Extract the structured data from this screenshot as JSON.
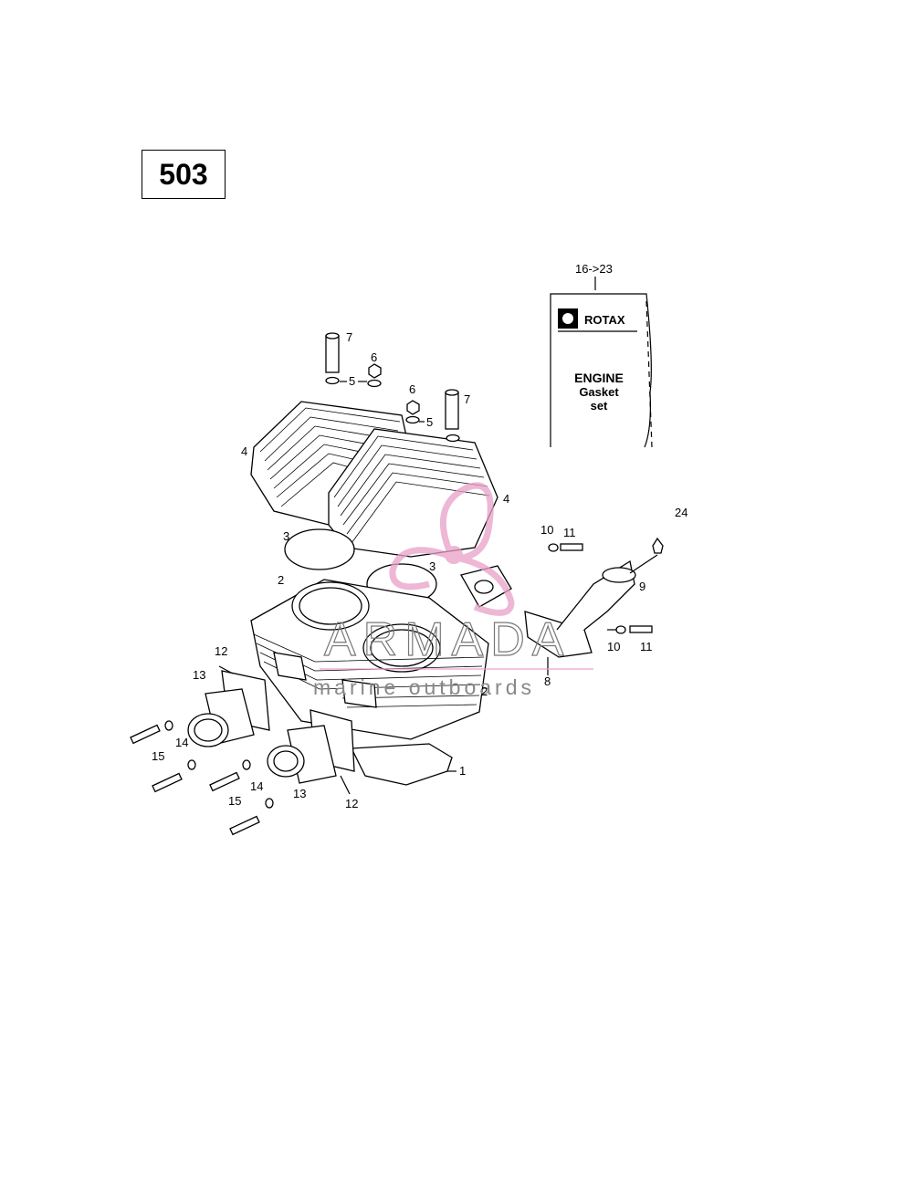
{
  "model_number": "503",
  "gasket_kit": {
    "callout": "16->23",
    "brand": "ROTAX",
    "line1": "ENGINE",
    "line2": "Gasket",
    "line3": "set"
  },
  "watermark": {
    "name": "ARMADA",
    "tagline": "marine outboards",
    "accent_color": "#e8a0c8"
  },
  "callouts": {
    "c1": "1",
    "c2a": "2",
    "c2b": "2",
    "c3a": "3",
    "c3b": "3",
    "c4a": "4",
    "c4b": "4",
    "c5a": "5",
    "c5b": "5",
    "c6a": "6",
    "c6b": "6",
    "c7a": "7",
    "c7b": "7",
    "c8": "8",
    "c9": "9",
    "c10a": "10",
    "c10b": "10",
    "c11a": "11",
    "c11b": "11",
    "c12a": "12",
    "c12b": "12",
    "c13a": "13",
    "c13b": "13",
    "c14a": "14",
    "c14b": "14",
    "c15a": "15",
    "c15b": "15",
    "c24": "24"
  }
}
